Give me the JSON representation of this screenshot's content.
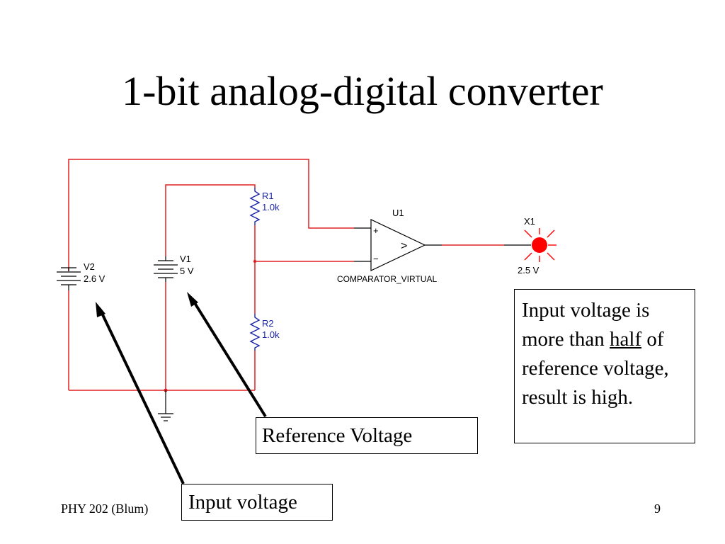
{
  "slide": {
    "title": "1-bit analog-digital converter",
    "footer_left": "PHY 202 (Blum)",
    "page_number": "9"
  },
  "circuit": {
    "v2": {
      "name": "V2",
      "value": "2.6 V"
    },
    "v1": {
      "name": "V1",
      "value": "5 V"
    },
    "r1": {
      "name": "R1",
      "value": "1.0k"
    },
    "r2": {
      "name": "R2",
      "value": "1.0k"
    },
    "u1": {
      "name": "U1",
      "type": "COMPARATOR_VIRTUAL",
      "plus": "+",
      "minus": "−",
      "symbol": ">"
    },
    "x1": {
      "name": "X1",
      "value": "2.5 V"
    }
  },
  "callouts": {
    "reference": "Reference Voltage",
    "input": "Input voltage",
    "note_before": "Input voltage is more than ",
    "note_emphasis": "half",
    "note_after": " of reference voltage, result is high."
  },
  "colors": {
    "wire": "#e02020",
    "component_blue": "#1a22a8",
    "lamp": "#ff0000"
  }
}
